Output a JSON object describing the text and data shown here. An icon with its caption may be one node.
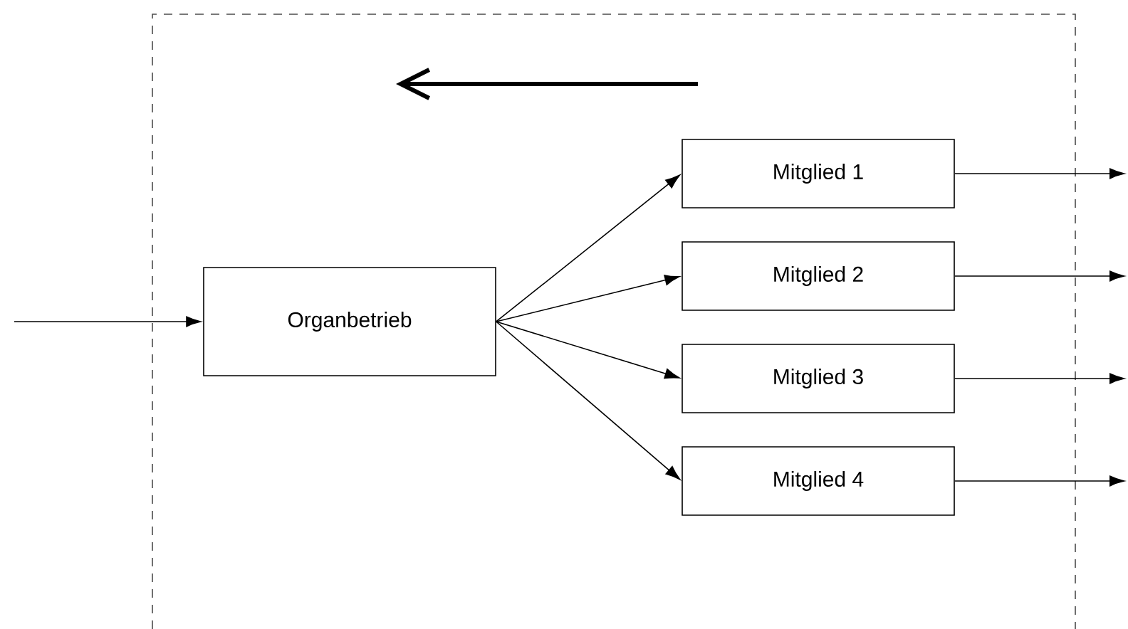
{
  "diagram": {
    "nodes": [
      {
        "text": [
          "Organbetrieb"
        ]
      },
      {
        "text": [
          "Mitglied 1"
        ]
      },
      {
        "text": [
          "Mitglied 2"
        ]
      },
      {
        "text": [
          "Mitglied 3"
        ]
      },
      {
        "text": [
          "Mitglied 4"
        ]
      }
    ],
    "edges": [
      {
        "from": null,
        "to": 0,
        "arrow": "to"
      },
      {
        "from": 0,
        "to": 1,
        "arrow": "to"
      },
      {
        "from": 0,
        "to": 2,
        "arrow": "to"
      },
      {
        "from": 0,
        "to": 3,
        "arrow": "to"
      },
      {
        "from": 0,
        "to": 4,
        "arrow": "to"
      },
      {
        "from": 1,
        "to": null,
        "arrow": "to"
      },
      {
        "from": 2,
        "to": null,
        "arrow": "to"
      },
      {
        "from": 3,
        "to": null,
        "arrow": "to"
      },
      {
        "from": 4,
        "to": null,
        "arrow": "to"
      }
    ]
  }
}
